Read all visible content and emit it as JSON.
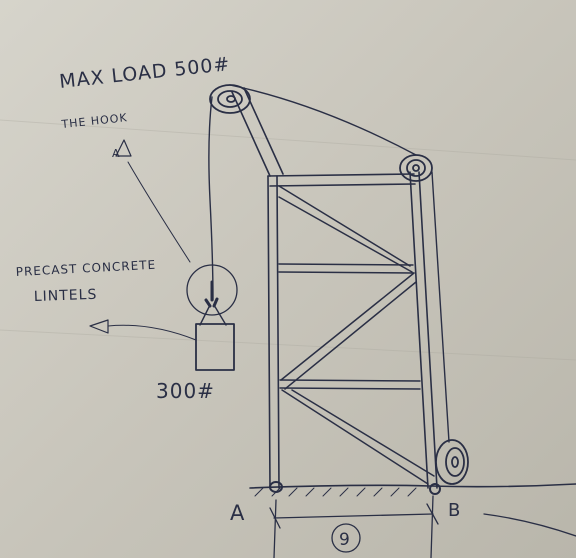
{
  "labels": {
    "max_load": "MAX LOAD 500#",
    "hook": "THE HOOK",
    "hook_arrow": "A",
    "material_line1": "PRECAST CONCRETE",
    "material_line2": "LINTELS",
    "load_weight": "300#",
    "support_a": "A",
    "support_b": "B",
    "figure_number": "9"
  },
  "colors": {
    "paper": "#d2d0c7",
    "ink": "#2a2f45"
  }
}
